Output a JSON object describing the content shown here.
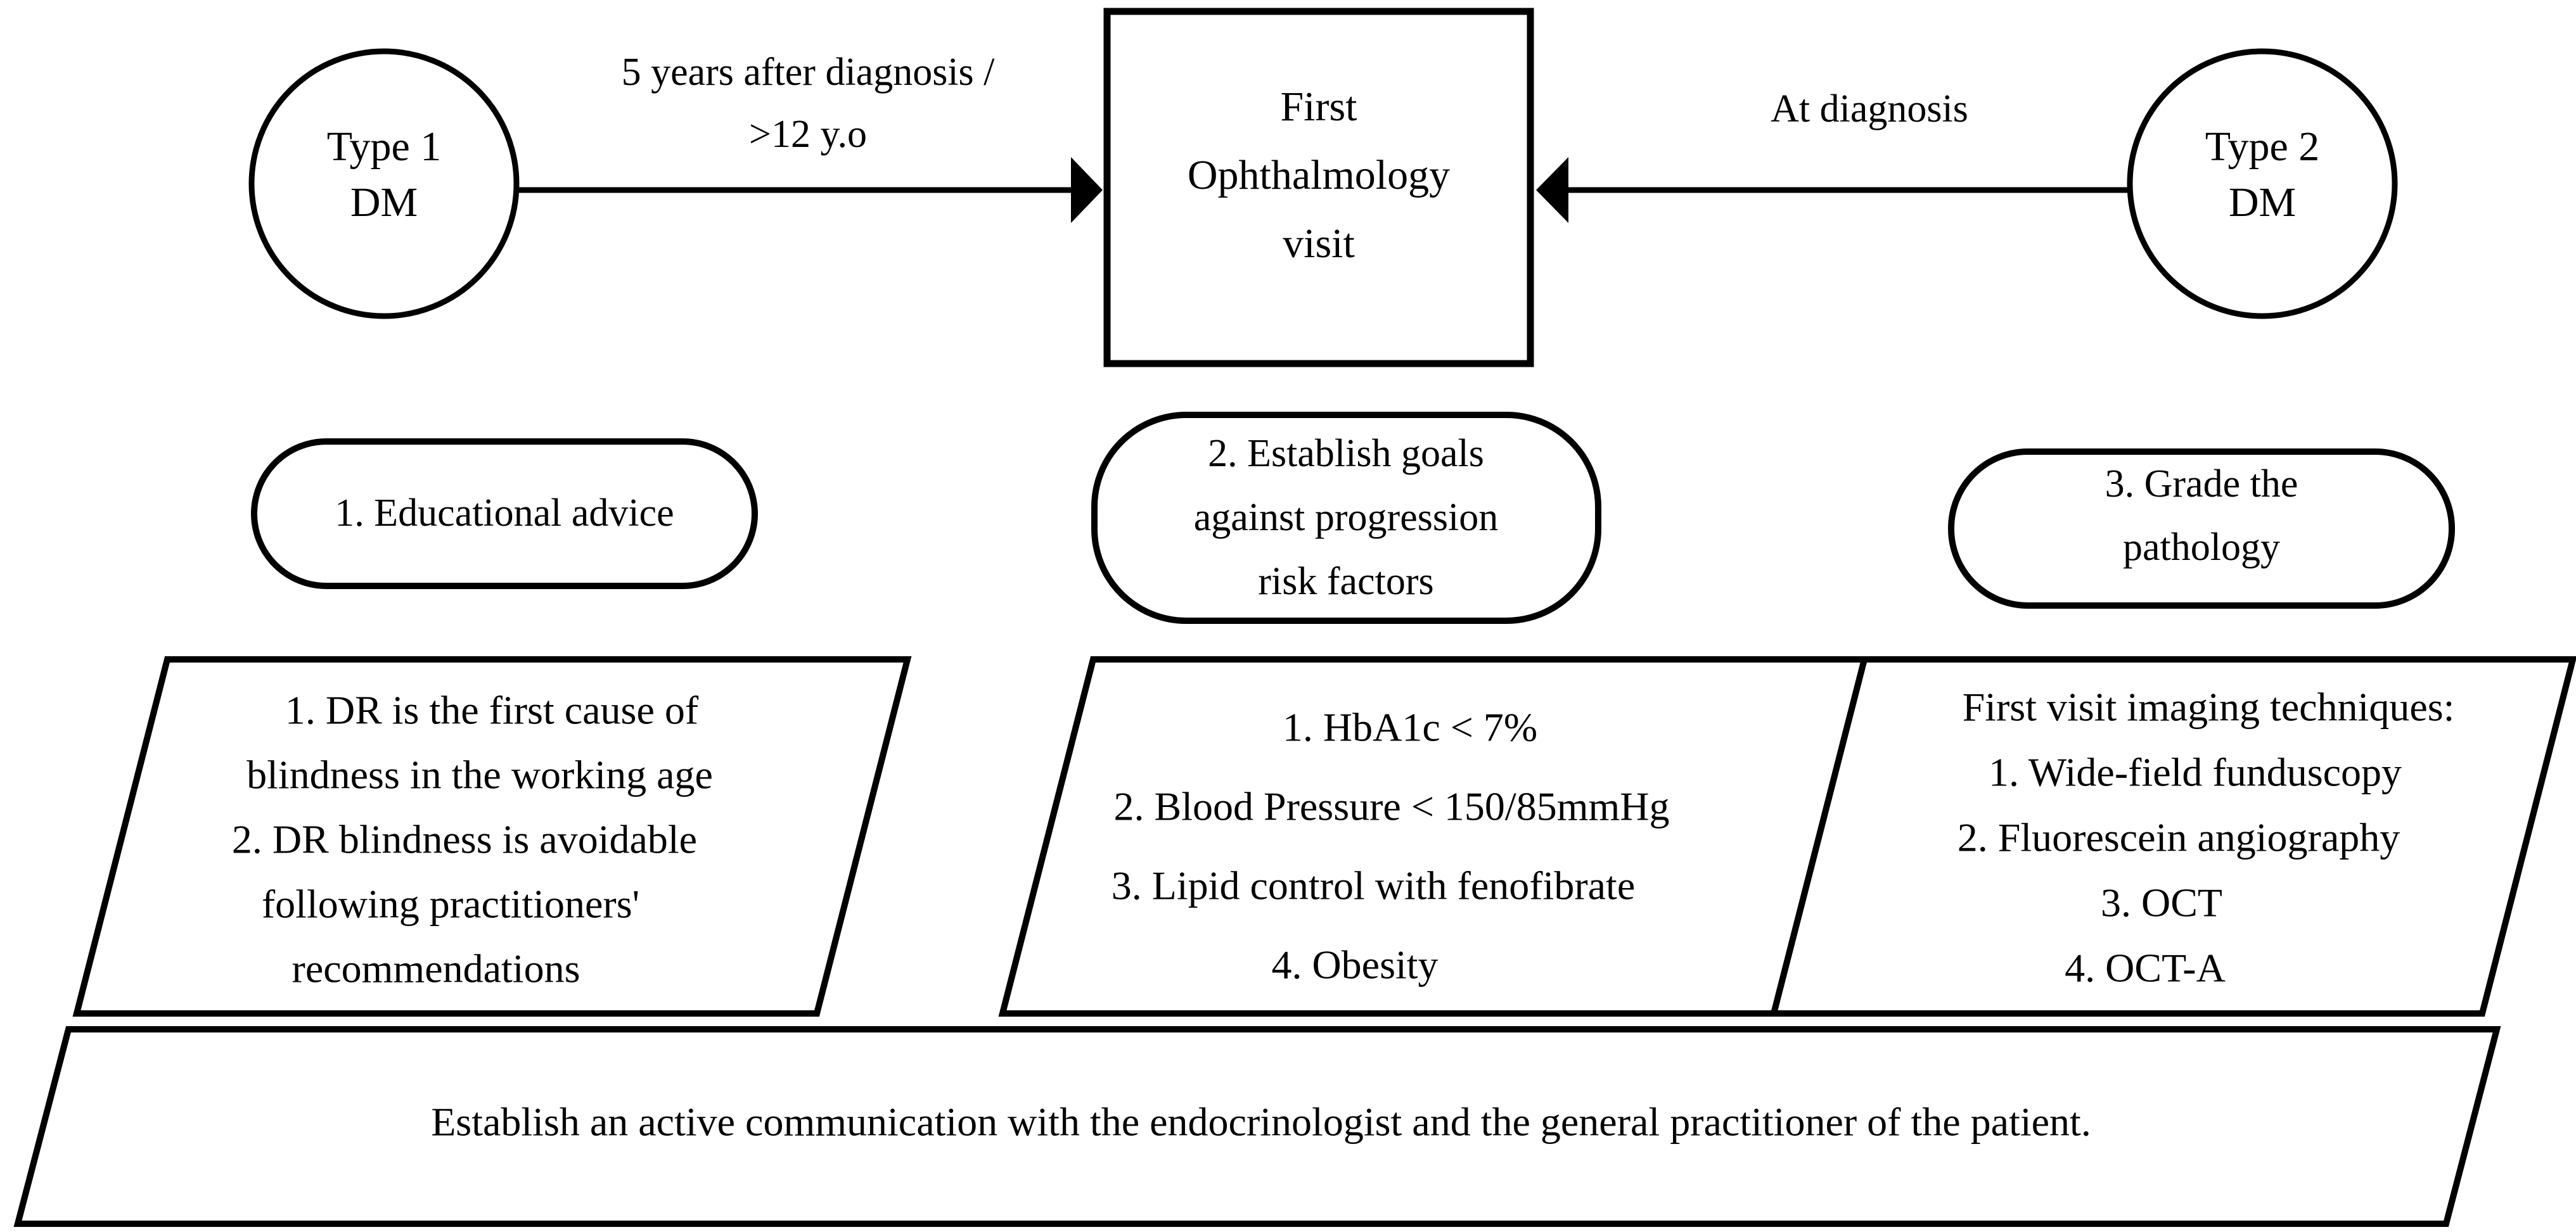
{
  "diagram": {
    "title_present": false,
    "colors": {
      "stroke": "#000000",
      "fill": "#ffffff",
      "text": "#000000"
    },
    "nodes": {
      "type1": {
        "id": "type1-dm",
        "shape": "circle",
        "lines": [
          "Type 1",
          "DM"
        ]
      },
      "type2": {
        "id": "type2-dm",
        "shape": "circle",
        "lines": [
          "Type 2",
          "DM"
        ]
      },
      "first_visit": {
        "id": "first-ophthalmology-visit",
        "shape": "rectangle",
        "lines": [
          "First",
          "Ophthalmology",
          "visit"
        ]
      }
    },
    "edges": [
      {
        "id": "type1-to-visit",
        "from": "type1-dm",
        "to": "first-ophthalmology-visit",
        "direction": "right",
        "label_lines": [
          "5 years after diagnosis /",
          ">12 y.o"
        ]
      },
      {
        "id": "type2-to-visit",
        "from": "type2-dm",
        "to": "first-ophthalmology-visit",
        "direction": "left",
        "label_lines": [
          "At diagnosis"
        ]
      }
    ],
    "steps": [
      {
        "id": "step-1",
        "shape": "rounded-rectangle",
        "lines": [
          "1. Educational advice"
        ]
      },
      {
        "id": "step-2",
        "shape": "rounded-rectangle",
        "lines": [
          "2. Establish goals",
          "against progression",
          "risk factors"
        ]
      },
      {
        "id": "step-3",
        "shape": "rounded-rectangle",
        "lines": [
          "3. Grade the",
          "pathology"
        ]
      }
    ],
    "details": [
      {
        "id": "detail-1",
        "shape": "parallelogram",
        "lines": [
          "1. DR is the first cause of",
          "blindness in the working age",
          "2. DR blindness is avoidable",
          "following practitioners'",
          "recommendations"
        ]
      },
      {
        "id": "detail-2",
        "shape": "parallelogram",
        "lines": [
          "1. HbA1c < 7%",
          "2. Blood Pressure < 150/85mmHg",
          "3. Lipid control with fenofibrate",
          "4. Obesity"
        ]
      },
      {
        "id": "detail-3",
        "shape": "parallelogram",
        "lines": [
          "First visit imaging techniques:",
          "1. Wide-field funduscopy",
          "2. Fluorescein angiography",
          "3. OCT",
          "4. OCT-A"
        ]
      }
    ],
    "footer": {
      "id": "footer-banner",
      "shape": "parallelogram",
      "lines": [
        "Establish an active communication with the endocrinologist and the general practitioner of the patient."
      ]
    }
  }
}
